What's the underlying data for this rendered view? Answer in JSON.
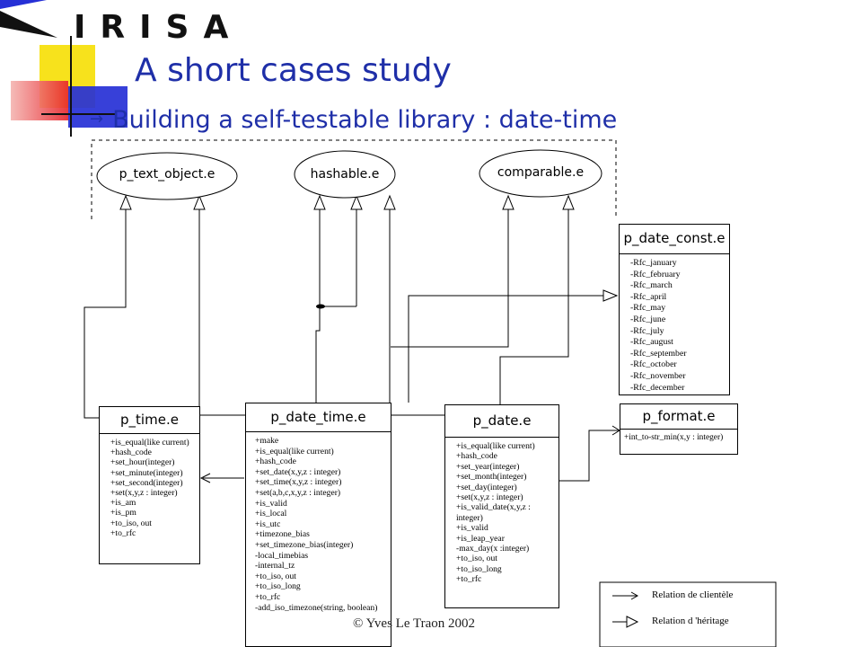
{
  "header": {
    "logo_text": "IRISA",
    "title": "A short cases study",
    "subtitle_arrow": "→",
    "subtitle": "Building a self-testable library : date-time"
  },
  "diagram": {
    "ellipses": [
      {
        "name": "p_text_object",
        "label": "p_text_object.e"
      },
      {
        "name": "hashable",
        "label": "hashable.e"
      },
      {
        "name": "comparable",
        "label": "comparable.e"
      }
    ],
    "classes": {
      "p_time": {
        "title": "p_time.e",
        "features": [
          "+is_equal(like current)",
          "+hash_code",
          "+set_hour(integer)",
          "+set_minute(integer)",
          "+set_second(integer)",
          "+set(x,y,z : integer)",
          "+is_am",
          "+is_pm",
          "+to_iso, out",
          "+to_rfc"
        ]
      },
      "p_date_time": {
        "title": "p_date_time.e",
        "features": [
          "+make",
          "+is_equal(like current)",
          "+hash_code",
          "+set_date(x,y,z : integer)",
          "+set_time(x,y,z : integer)",
          "+set(a,b,c,x,y,z : integer)",
          "+is_valid",
          "+is_local",
          "+is_utc",
          "+timezone_bias",
          "+set_timezone_bias(integer)",
          "-local_timebias",
          "-internal_tz",
          "+to_iso, out",
          "+to_iso_long",
          "+to_rfc",
          "-add_iso_timezone(string, boolean)"
        ]
      },
      "p_date": {
        "title": "p_date.e",
        "features": [
          "+is_equal(like current)",
          "+hash_code",
          "+set_year(integer)",
          "+set_month(integer)",
          "+set_day(integer)",
          "+set(x,y,z : integer)",
          "+is_valid_date(x,y,z :",
          "integer)",
          "+is_valid",
          "+is_leap_year",
          "-max_day(x :integer)",
          "+to_iso, out",
          "+to_iso_long",
          "+to_rfc"
        ]
      },
      "p_date_const": {
        "title": "p_date_const.e",
        "features": [
          "-Rfc_january",
          "-Rfc_february",
          "-Rfc_march",
          "-Rfc_april",
          "-Rfc_may",
          "-Rfc_june",
          "-Rfc_july",
          "-Rfc_august",
          "-Rfc_september",
          "-Rfc_october",
          "-Rfc_november",
          "-Rfc_december"
        ]
      },
      "p_format": {
        "title": "p_format.e",
        "features": [
          "+int_to-str_min(x,y : integer)"
        ]
      }
    },
    "legend": {
      "client": "Relation de clientèle",
      "inherit": "Relation d 'héritage"
    }
  },
  "footer": {
    "copyright": "© Yves Le Traon 2002"
  },
  "colors": {
    "title": "#1f2fa8",
    "deco_yellow": "#f7e21c",
    "deco_red": "#e8242a",
    "deco_blue": "#2630d6"
  }
}
